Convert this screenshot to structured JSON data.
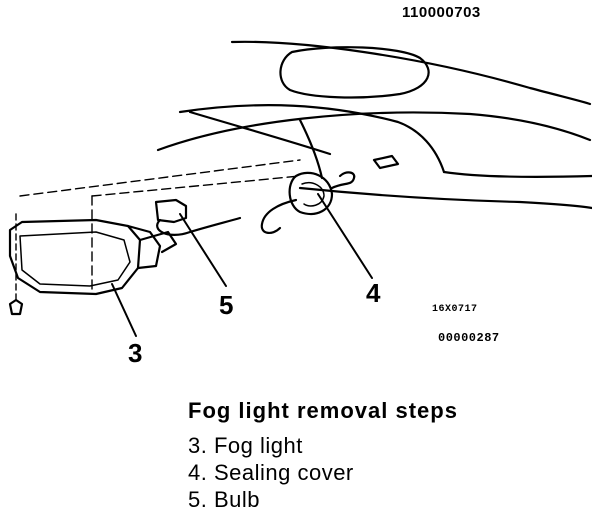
{
  "figure": {
    "code_top": "110000703",
    "code_small_1": "16X0717",
    "code_small_2": "00000287"
  },
  "callouts": {
    "fog_light": "3",
    "sealing_cover": "4",
    "bulb": "5"
  },
  "steps": {
    "title": "Fog light removal steps",
    "items": [
      "3. Fog light",
      "4. Sealing cover",
      "5. Bulb"
    ]
  }
}
